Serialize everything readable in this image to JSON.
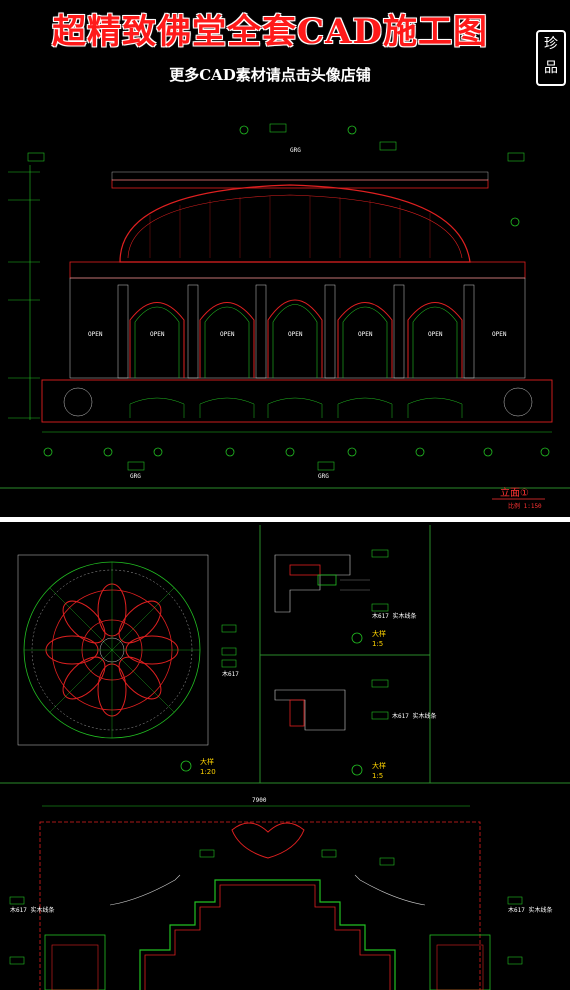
{
  "header": {
    "title": "超精致佛堂全套CAD施工图",
    "subtitle": "更多CAD素材请点击头像店铺",
    "seal": "珍品"
  },
  "elevation": {
    "sheet_label": "立面①",
    "scale": "比例 1:150",
    "material_grg": "GRG",
    "open_label": "OPEN"
  },
  "dome_plan": {
    "sheet_label": "大样",
    "scale": "1:20",
    "material": "木617"
  },
  "section_top": {
    "sheet_label": "大样",
    "scale": "1:5",
    "material": "木617 实木线条"
  },
  "section_mid": {
    "sheet_label": "大样",
    "scale": "1:5",
    "material": "木617 实木线条"
  },
  "altar": {
    "material_left": "木617 实木线条",
    "material_right": "木617 实木线条",
    "total_width": "7900"
  },
  "colors": {
    "background": "#000000",
    "title_red": "#ff1a1a",
    "cad_red": "#e02020",
    "cad_green": "#22c022",
    "cad_yellow": "#ffd400",
    "cad_white": "#ffffff"
  }
}
